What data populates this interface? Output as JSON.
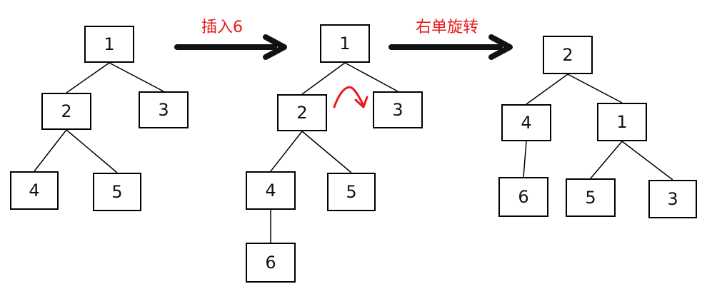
{
  "operations": [
    {
      "label": "插入6"
    },
    {
      "label": "右单旋转"
    }
  ],
  "trees": [
    {
      "nodes": [
        {
          "id": "a1",
          "label": "1"
        },
        {
          "id": "a2",
          "label": "2"
        },
        {
          "id": "a3",
          "label": "3"
        },
        {
          "id": "a4",
          "label": "4"
        },
        {
          "id": "a5",
          "label": "5"
        }
      ],
      "edges": [
        [
          "a1",
          "a2"
        ],
        [
          "a1",
          "a3"
        ],
        [
          "a2",
          "a4"
        ],
        [
          "a2",
          "a5"
        ]
      ]
    },
    {
      "nodes": [
        {
          "id": "b1",
          "label": "1"
        },
        {
          "id": "b2",
          "label": "2"
        },
        {
          "id": "b3",
          "label": "3"
        },
        {
          "id": "b4",
          "label": "4"
        },
        {
          "id": "b5",
          "label": "5"
        },
        {
          "id": "b6",
          "label": "6"
        }
      ],
      "edges": [
        [
          "b1",
          "b2"
        ],
        [
          "b1",
          "b3"
        ],
        [
          "b2",
          "b4"
        ],
        [
          "b2",
          "b5"
        ],
        [
          "b4",
          "b6"
        ]
      ]
    },
    {
      "nodes": [
        {
          "id": "c2",
          "label": "2"
        },
        {
          "id": "c4",
          "label": "4"
        },
        {
          "id": "c1",
          "label": "1"
        },
        {
          "id": "c6",
          "label": "6"
        },
        {
          "id": "c5",
          "label": "5"
        },
        {
          "id": "c3",
          "label": "3"
        }
      ],
      "edges": [
        [
          "c2",
          "c4"
        ],
        [
          "c2",
          "c1"
        ],
        [
          "c4",
          "c6"
        ],
        [
          "c1",
          "c5"
        ],
        [
          "c1",
          "c3"
        ]
      ]
    }
  ],
  "colors": {
    "arrow": "#111111",
    "label": "#e8191a",
    "rotation_mark": "#e8191a"
  },
  "icons": {
    "transition_arrow": "right-arrow-icon",
    "rotation_mark": "curved-arrow-icon"
  }
}
